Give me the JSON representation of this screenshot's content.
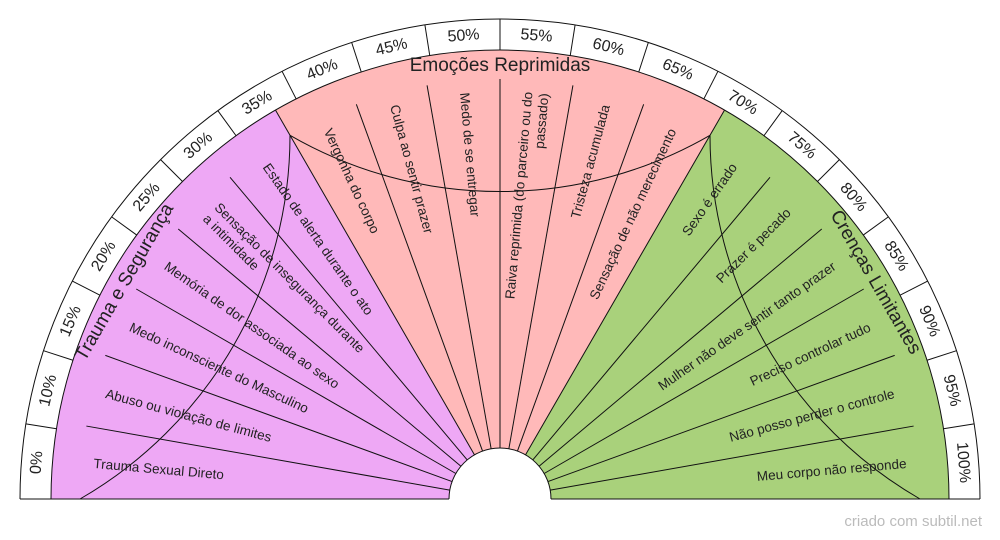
{
  "chart_data": {
    "type": "semicircle-pendulum-chart",
    "percent_scale": [
      "0%",
      "10%",
      "15%",
      "20%",
      "25%",
      "30%",
      "35%",
      "40%",
      "45%",
      "50%",
      "55%",
      "60%",
      "65%",
      "70%",
      "75%",
      "80%",
      "85%",
      "90%",
      "95%",
      "100%"
    ],
    "sections": [
      {
        "name": "Trauma e Segurança",
        "color": "#eea8f5",
        "items": [
          "Trauma Sexual Direto",
          "Abuso ou violação de limites",
          "Medo inconsciente do Masculino",
          "Memória de dor associada ao sexo",
          [
            "Sensação de insegurança durante",
            "a intimidade"
          ],
          "Estado de alerta durante o ato"
        ]
      },
      {
        "name": "Emoções Reprimidas",
        "color": "#ffb9b9",
        "items": [
          "Vergonha do corpo",
          "Culpa ao sentir prazer",
          "Medo de se entregar",
          [
            "Raiva reprimida (do parceiro ou do",
            "passado)"
          ],
          "Tristeza acumulada",
          "Sensação de não merecimento"
        ]
      },
      {
        "name": "Crenças Limitantes",
        "color": "#a9d17b",
        "items": [
          "Sexo é errado",
          "Prazer é pecado",
          "Mulher não deve sentir tanto prazer",
          "Preciso controlar tudo",
          "Não posso perder o controle",
          "Meu corpo não responde"
        ]
      }
    ]
  },
  "footer": {
    "credit": "criado com subtil.net"
  }
}
